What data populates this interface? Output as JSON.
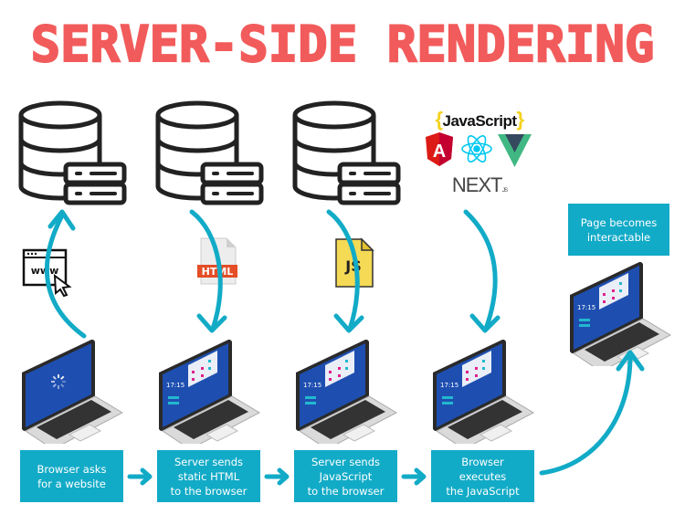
{
  "title": "SERVER-SIDE RENDERING",
  "colors": {
    "title": "#F25B5B",
    "accent": "#12ABC7",
    "outline": "#1a1a1a",
    "screen": "#1E4FB0"
  },
  "steps": [
    {
      "label": "Browser asks\nfor a website"
    },
    {
      "label": "Server sends\nstatic HTML\nto the browser"
    },
    {
      "label": "Server sends\nJavaScript\nto the browser"
    },
    {
      "label": "Browser\nexecutes\nthe JavaScript"
    }
  ],
  "final_step": {
    "label": "Page becomes\ninteractable"
  },
  "icons": {
    "www": "www",
    "html_file": "HTML",
    "js_file": "JS",
    "javascript_logo": "JavaScript",
    "next_logo": "NEXT",
    "next_suffix": ".JS",
    "laptop_clock": "17:15"
  }
}
